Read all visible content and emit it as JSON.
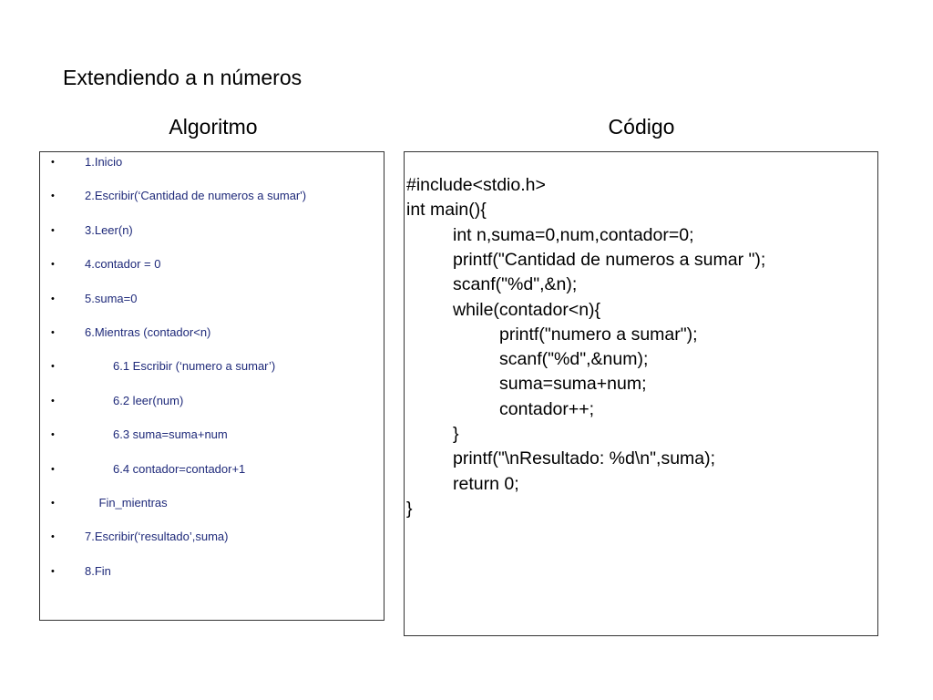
{
  "slide": {
    "title": "Extendiendo a n números",
    "left_heading": "Algoritmo",
    "right_heading": "Código"
  },
  "colors": {
    "algorithm_text": "#1f2a7a",
    "bullet": "#000000",
    "border": "#333333"
  },
  "algorithm": {
    "bullet_symbol": "•",
    "items": [
      {
        "text": "1.Inicio",
        "indent": 0
      },
      {
        "text": "2.Escribir(‘Cantidad de numeros a sumar')",
        "indent": 0
      },
      {
        "text": "3.Leer(n)",
        "indent": 0
      },
      {
        "text": "4.contador =  0",
        "indent": 0
      },
      {
        "text": "5.suma=0",
        "indent": 0
      },
      {
        "text": "6.Mientras (contador<n)",
        "indent": 0
      },
      {
        "text": "6.1 Escribir (‘numero a sumar’)",
        "indent": 2
      },
      {
        "text": "6.2   leer(num)",
        "indent": 2
      },
      {
        "text": "6.3   suma=suma+num",
        "indent": 2
      },
      {
        "text": "6.4   contador=contador+1",
        "indent": 2
      },
      {
        "text": "Fin_mientras",
        "indent": 1
      },
      {
        "text": "7.Escribir(‘resultado’,suma)",
        "indent": 0
      },
      {
        "text": "8.Fin",
        "indent": 0
      }
    ]
  },
  "code": {
    "lines": [
      {
        "text": "#include<stdio.h>",
        "indent": 0
      },
      {
        "text": "int main(){",
        "indent": 0
      },
      {
        "text": "int n,suma=0,num,contador=0;",
        "indent": 1
      },
      {
        "text": "printf(\"Cantidad de numeros a sumar \");",
        "indent": 1
      },
      {
        "text": "scanf(\"%d\",&n);",
        "indent": 1
      },
      {
        "text": "while(contador<n){",
        "indent": 1
      },
      {
        "text": "printf(\"numero a sumar\");",
        "indent": 2
      },
      {
        "text": "scanf(\"%d\",&num);",
        "indent": 2
      },
      {
        "text": "suma=suma+num;",
        "indent": 2
      },
      {
        "text": "contador++;",
        "indent": 2
      },
      {
        "text": "}",
        "indent": 1
      },
      {
        "text": "printf(\"\\nResultado: %d\\n\",suma);",
        "indent": 1
      },
      {
        "text": "return 0;",
        "indent": 1
      },
      {
        "text": "}",
        "indent": 0
      }
    ]
  }
}
